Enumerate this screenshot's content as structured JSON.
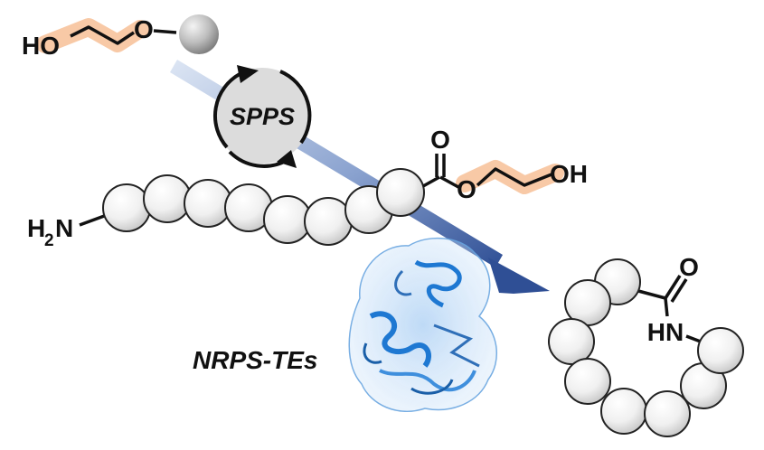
{
  "labels": {
    "ho_top": "HO",
    "o_top": "O",
    "cycle": "SPPS",
    "h2n_h": "H",
    "h2n_sub": "2",
    "h2n_n": "N",
    "carbonyl_o": "O",
    "ester_o": "O",
    "oh_right": "OH",
    "amide_o": "O",
    "amide_hn": "HN",
    "enzyme": "NRPS-TEs"
  },
  "colors": {
    "highlight": "#f8c9a6",
    "arrow": "#3f5e9e",
    "bead": "#e6e6e6",
    "protein": "#1e78d2"
  }
}
